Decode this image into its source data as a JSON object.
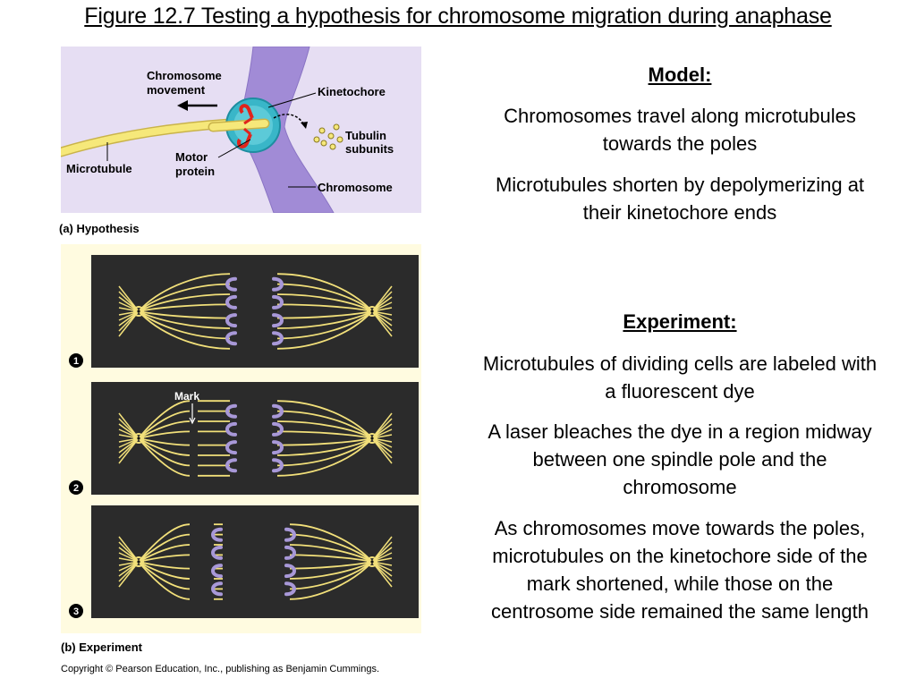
{
  "title": "Figure 12.7  Testing a hypothesis for chromosome migration during anaphase",
  "panel_a": {
    "labels": {
      "chromosome_movement": [
        "Chromosome",
        "movement"
      ],
      "kinetochore": "Kinetochore",
      "tubulin_subunits": [
        "Tubulin",
        "subunits"
      ],
      "microtubule": "Microtubule",
      "motor_protein": [
        "Motor",
        "protein"
      ],
      "chromosome": "Chromosome"
    },
    "caption": "(a) Hypothesis"
  },
  "panel_b": {
    "steps": [
      {
        "number": "1"
      },
      {
        "number": "2",
        "mark_label": "Mark"
      },
      {
        "number": "3"
      }
    ],
    "caption": "(b) Experiment"
  },
  "copyright": "Copyright © Pearson Education, Inc., publishing as Benjamin Cummings.",
  "model": {
    "heading": "Model:",
    "paragraphs": [
      "Chromosomes travel along microtubules towards the poles",
      "Microtubules shorten by depolymerizing at their kinetochore ends"
    ]
  },
  "experiment": {
    "heading": "Experiment:",
    "paragraphs": [
      "Microtubules of dividing cells are labeled with a fluorescent dye",
      "A laser bleaches the dye in a region midway between one spindle pole and the chromosome",
      "As chromosomes move towards the poles, microtubules on the kinetochore side of the mark shortened, while those on the centrosome side remained the same length"
    ]
  },
  "colors": {
    "panel_a_bg": "#e6def3",
    "panel_b_bg": "#fffbe0",
    "cell_bg": "#2b2b2b",
    "microtubule": "#f2e07a",
    "chromosome": "#a898d8",
    "kinetochore": "#39b6c8",
    "motor_protein": "#e0241c"
  }
}
